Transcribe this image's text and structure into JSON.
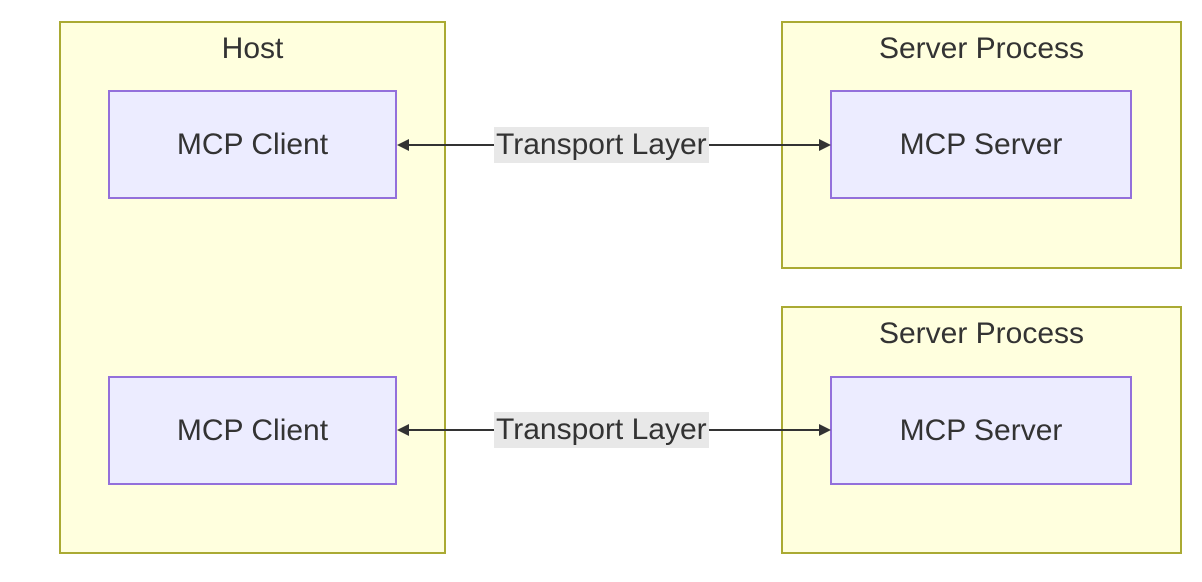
{
  "clusters": {
    "host": {
      "title": "Host"
    },
    "server_process_1": {
      "title": "Server Process"
    },
    "server_process_2": {
      "title": "Server Process"
    }
  },
  "nodes": {
    "client_1": {
      "label": "MCP Client"
    },
    "client_2": {
      "label": "MCP Client"
    },
    "server_1": {
      "label": "MCP Server"
    },
    "server_2": {
      "label": "MCP Server"
    }
  },
  "edges": [
    {
      "from": "MCP Client",
      "to": "MCP Server",
      "label": "Transport Layer",
      "direction": "bidirectional"
    },
    {
      "from": "MCP Client",
      "to": "MCP Server",
      "label": "Transport Layer",
      "direction": "bidirectional"
    }
  ],
  "colors": {
    "cluster_fill": "#ffffde",
    "cluster_border": "#aaaa33",
    "node_fill": "#ececff",
    "node_border": "#9370db",
    "edge_label_bg": "#e8e8e8",
    "text": "#333333",
    "edge_line": "#333333"
  }
}
